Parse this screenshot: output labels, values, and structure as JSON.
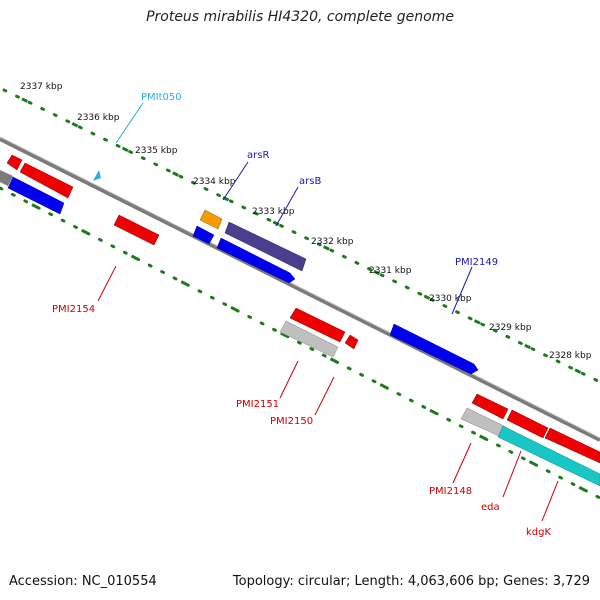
{
  "title": "Proteus mirabilis HI4320, complete genome",
  "accession": "Accession: NC_010554",
  "stats": "Topology: circular; Length: 4,063,606 bp; Genes: 3,729",
  "colors": {
    "backbone": "#7a7a7a",
    "ruler": "#1e7a1e",
    "forward_cds": "#0000ee",
    "reverse_cds": "#ee0000",
    "hypothetical": "#bfbfbf",
    "arsR": "#f59a00",
    "arsB": "#4a3f8f",
    "kdgK": "#19c6c6",
    "trna": "#2aaee0",
    "label_red": "#cc0000",
    "label_blue": "#1a1aaa",
    "label_cyan": "#2aaee0"
  },
  "scale": {
    "tick_labels": [
      "2337 kbp",
      "2336 kbp",
      "2335 kbp",
      "2334 kbp",
      "2333 kbp",
      "2332 kbp",
      "2331 kbp",
      "2330 kbp",
      "2329 kbp",
      "2328 kbp"
    ]
  },
  "labels": {
    "PMIt050": "PMIt050",
    "arsR": "arsR",
    "arsB": "arsB",
    "PMI2149": "PMI2149",
    "PMI2154": "PMI2154",
    "PMI2151": "PMI2151",
    "PMI2150": "PMI2150",
    "PMI2148": "PMI2148",
    "eda": "eda",
    "kdgK": "kdgK"
  }
}
